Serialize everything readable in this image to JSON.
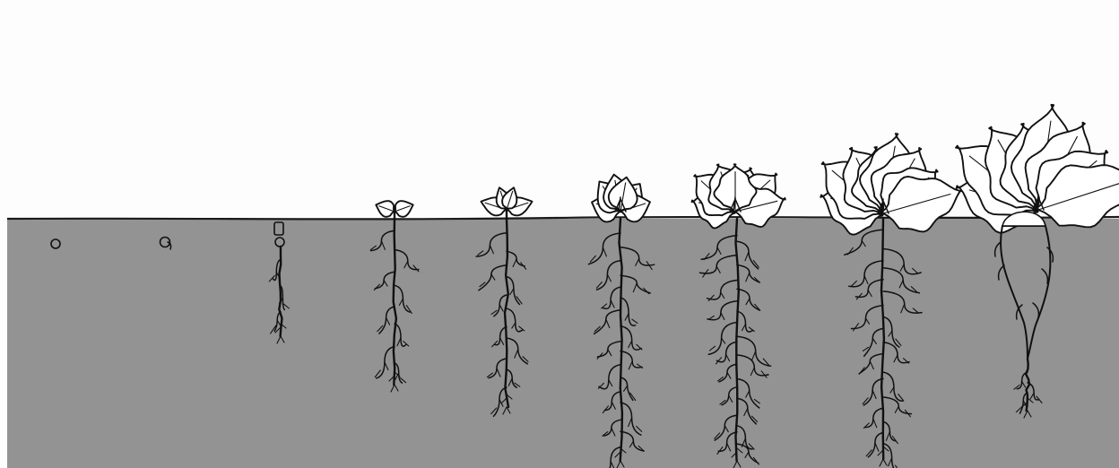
{
  "diagram": {
    "subject": "sugar-beet-growth-stages",
    "colors": {
      "sky": "#fdfdfd",
      "soil": "#939393",
      "outline": "#111111",
      "leaf_fill": "#ffffff"
    },
    "stages": [
      {
        "id": 1,
        "form": "seed"
      },
      {
        "id": 2,
        "form": "germinating-seed"
      },
      {
        "id": 3,
        "form": "emerging-radicle"
      },
      {
        "id": 4,
        "form": "cotyledon-seedling"
      },
      {
        "id": 5,
        "form": "first-true-leaves"
      },
      {
        "id": 6,
        "form": "leaf-rosette-small"
      },
      {
        "id": 7,
        "form": "leaf-rosette-medium"
      },
      {
        "id": 8,
        "form": "leaf-rosette-large"
      },
      {
        "id": 9,
        "form": "mature-beet-with-storage-root"
      }
    ]
  }
}
